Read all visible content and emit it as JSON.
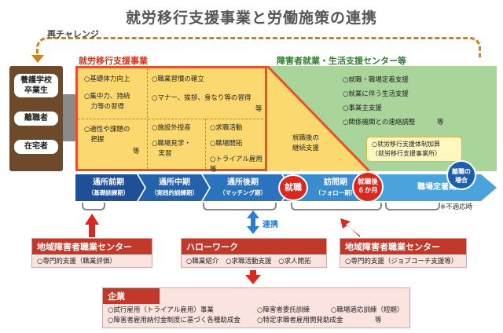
{
  "title": "就労移行支援事業と労働施策の連携",
  "retry_label": "再チャレンジ",
  "left_groups": [
    "養護学校\n卒業生",
    "離職者",
    "在宅者"
  ],
  "sections": {
    "shuro": "就労移行支援事業",
    "center": "障害者就業・生活支援センター等"
  },
  "cells": {
    "c1": "○基礎体力向上",
    "c2": "○集中力、持続\n　力等の習得",
    "c3": "○適性や課題の\n　把握",
    "c3b": "等",
    "c4": "○職業習慣の確立",
    "c5": "○マナー、挨拶、身なり等の習得",
    "c5b": "等",
    "c6": "○施設外授産",
    "c7": "○職場見学・\n　実習",
    "c8": "○求職活動",
    "c9": "○職場開拓",
    "c10": "○トライアル雇用等",
    "c11": "就職後の\n継続支援",
    "g1": "○就職・職場定着支援",
    "g2": "○就業に伴う生活支援",
    "g3": "○事業主支援",
    "g4": "○関係機関との連絡調整",
    "g4b": "等",
    "g5": "○就労移行支援体制加算\n（就労移行支援事業所）"
  },
  "phases": [
    {
      "label": "通所前期",
      "sub": "（基礎訓練期）"
    },
    {
      "label": "通所中期",
      "sub": "（実践的訓練期）"
    },
    {
      "label": "通所後期",
      "sub": "（マッチング期）"
    },
    {
      "label": "訪問期",
      "sub": "（フォロー期）"
    },
    {
      "label": "職場定着期",
      "sub": ""
    }
  ],
  "circles": {
    "shushoku": "就職",
    "six_months": "就職後\n６か月",
    "rishoku": "離職の\n場合"
  },
  "not_applicable": "※不適応時",
  "renkei": "連携",
  "orgs": {
    "center_left": {
      "head": "地域障害者職業センター",
      "body": "○専門的支援（職業評価）"
    },
    "hellowork": {
      "head": "ハローワーク",
      "items": [
        "○職業紹介",
        "○求職活動支援",
        "○求人開拓"
      ]
    },
    "center_right": {
      "head": "地域障害者職業センター",
      "body": "○専門的支援（ジョブコーチ支援等）"
    },
    "company": {
      "head": "企業",
      "row1": [
        "○試行雇用（トライアル雇用）事業",
        "○障害者委託訓練",
        "○職場適応訓練（短期）"
      ],
      "row2": [
        "○障害者雇用納付金制度に基づく各種助成金",
        "○特定求職者雇用開発助成金",
        "等"
      ]
    }
  },
  "colors": {
    "accent_red": "#d7291f",
    "timeline_blue": "#1f5ea8",
    "yellow": "#fbd96f",
    "green": "#a9d59a",
    "brown": "#6e4a2a"
  }
}
